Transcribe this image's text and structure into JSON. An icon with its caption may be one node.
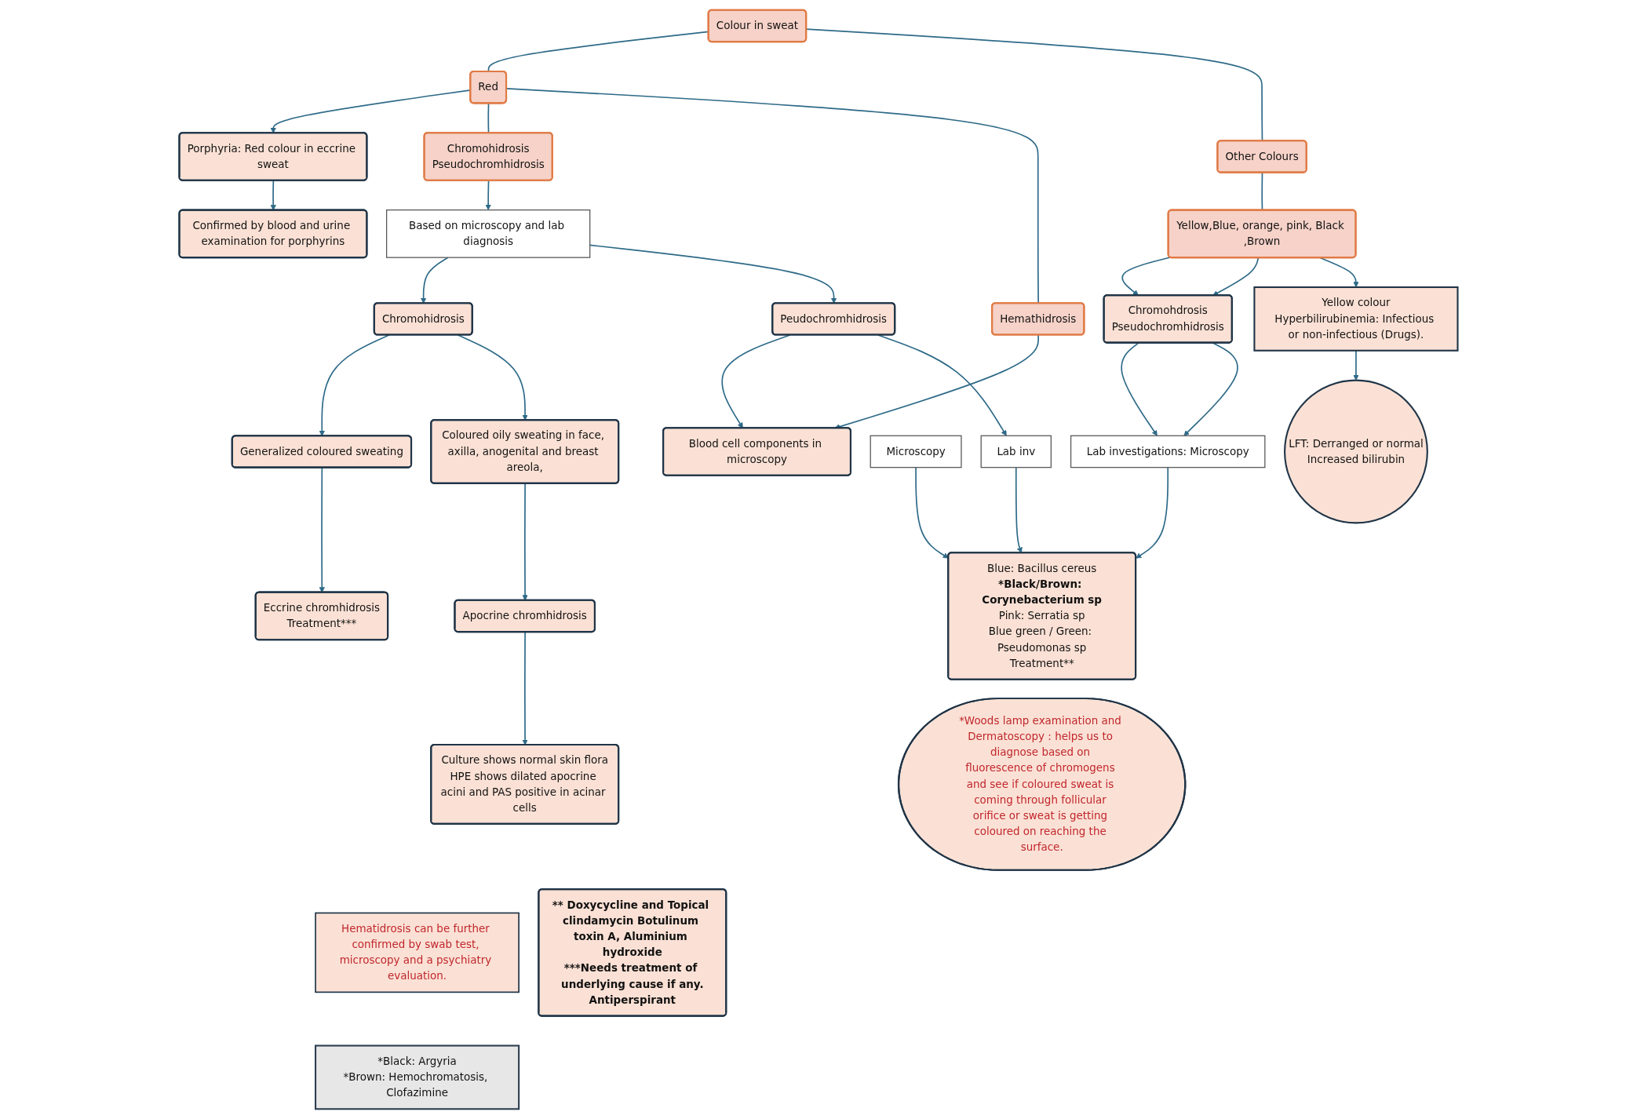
{
  "diagram": {
    "nodes": [
      {
        "text": [
          "Colour in sweat"
        ]
      },
      {
        "text": [
          "Porphyria: Red colour in eccrine sweat"
        ]
      },
      {
        "text": [
          "Red"
        ]
      },
      {
        "text": [
          "Other Colours"
        ]
      },
      {
        "text": [
          "Confirmed by blood and urine examination for porphyrins"
        ]
      },
      {
        "text": [
          "Chromohidrosis",
          "Pseudochromhidrosis"
        ]
      },
      {
        "text": [
          "Hemathidrosis"
        ]
      },
      {
        "text": [
          "Yellow,Blue, orange, pink, Black ,Brown"
        ]
      },
      {
        "text": [
          "Chromohdrosis",
          "Pseudochromhidrosis"
        ]
      },
      {
        "text": [
          "Based on microscopy and lab diagnosis"
        ]
      },
      {
        "text": [
          "Blood cell components in microscopy"
        ]
      },
      {
        "text": [
          "Lab investigations: Microscopy"
        ]
      },
      {
        "text": [
          "Chromohidrosis"
        ]
      },
      {
        "text": [
          "Peudochromhidrosis"
        ]
      },
      {
        "text": [
          "Lab inv"
        ]
      },
      {
        "text": [
          "Microscopy"
        ]
      },
      {
        "text": [
          "Blue: Bacillus cereus",
          "*Black/Brown: Corynebacterium sp",
          "Pink: Serratia sp",
          "Blue green / Green: Pseudomonas sp",
          "Treatment**"
        ]
      },
      {
        "text": [
          "Generalized coloured sweating"
        ]
      },
      {
        "text": [
          "Coloured oily sweating in face, axilla, anogenital and breast areola,"
        ]
      },
      {
        "text": [
          "Eccrine chromhidrosis",
          "Treatment***"
        ]
      },
      {
        "text": [
          "Apocrine chromhidrosis"
        ]
      },
      {
        "text": [
          "Yellow colour",
          "Hyperbilirubinemia: Infectious or non-infectious (Drugs)."
        ]
      },
      {
        "text": [
          "LFT: Derranged or normal",
          "Increased bilirubin"
        ]
      },
      {
        "text": [
          "Culture shows normal skin flora",
          "HPE shows dilated apocrine acini and PAS positive in acinar cells"
        ]
      },
      {
        "text": [
          "Hematidrosis can be further confirmed by swab test, microscopy and a psychiatry evaluation."
        ]
      },
      {
        "text": [
          "** Doxycycline and Topical clindamycin Botulinum toxin A, Aluminium hydroxide",
          "***Needs treatment of underlying cause if any.",
          "Antiperspirant"
        ]
      },
      {
        "text": [
          "*Woods lamp examination and Dermatoscopy : helps us to diagnose based on fluorescence of chromogens and see if coloured sweat is coming through follicular orifice or sweat is getting coloured on reaching the surface."
        ]
      },
      {
        "text": [
          "*Black: Argyria",
          "*Brown: Hemochromatosis, Clofazimine"
        ]
      }
    ],
    "edges": [
      {
        "from": 0,
        "to": 2,
        "arrow": "none"
      },
      {
        "from": 0,
        "to": 3,
        "arrow": "none"
      },
      {
        "from": 2,
        "to": 1,
        "arrow": "to"
      },
      {
        "from": 1,
        "to": 4,
        "arrow": "to"
      },
      {
        "from": 2,
        "to": 5,
        "arrow": "none"
      },
      {
        "from": 2,
        "to": 6,
        "arrow": "none"
      },
      {
        "from": 3,
        "to": 7,
        "arrow": "none"
      },
      {
        "from": 7,
        "to": 8,
        "arrow": "to"
      },
      {
        "from": 7,
        "to": 8,
        "arrow": "to"
      },
      {
        "from": 5,
        "to": 9,
        "arrow": "to"
      },
      {
        "from": 6,
        "to": 10,
        "arrow": "to"
      },
      {
        "from": 8,
        "to": 11,
        "arrow": "to"
      },
      {
        "from": 8,
        "to": 11,
        "arrow": "to"
      },
      {
        "from": 7,
        "to": 21,
        "arrow": "to"
      },
      {
        "from": 9,
        "to": 12,
        "arrow": "to"
      },
      {
        "from": 9,
        "to": 13,
        "arrow": "to"
      },
      {
        "from": 13,
        "to": 10,
        "arrow": "to"
      },
      {
        "from": 13,
        "to": 14,
        "arrow": "to"
      },
      {
        "from": 14,
        "to": 16,
        "arrow": "to"
      },
      {
        "from": 15,
        "to": 16,
        "arrow": "to"
      },
      {
        "from": 11,
        "to": 16,
        "arrow": "to"
      },
      {
        "from": 12,
        "to": 17,
        "arrow": "to"
      },
      {
        "from": 12,
        "to": 18,
        "arrow": "to"
      },
      {
        "from": 17,
        "to": 19,
        "arrow": "to"
      },
      {
        "from": 18,
        "to": 20,
        "arrow": "to"
      },
      {
        "from": 20,
        "to": 23,
        "arrow": "to"
      },
      {
        "from": 21,
        "to": 22,
        "arrow": "to"
      }
    ]
  }
}
